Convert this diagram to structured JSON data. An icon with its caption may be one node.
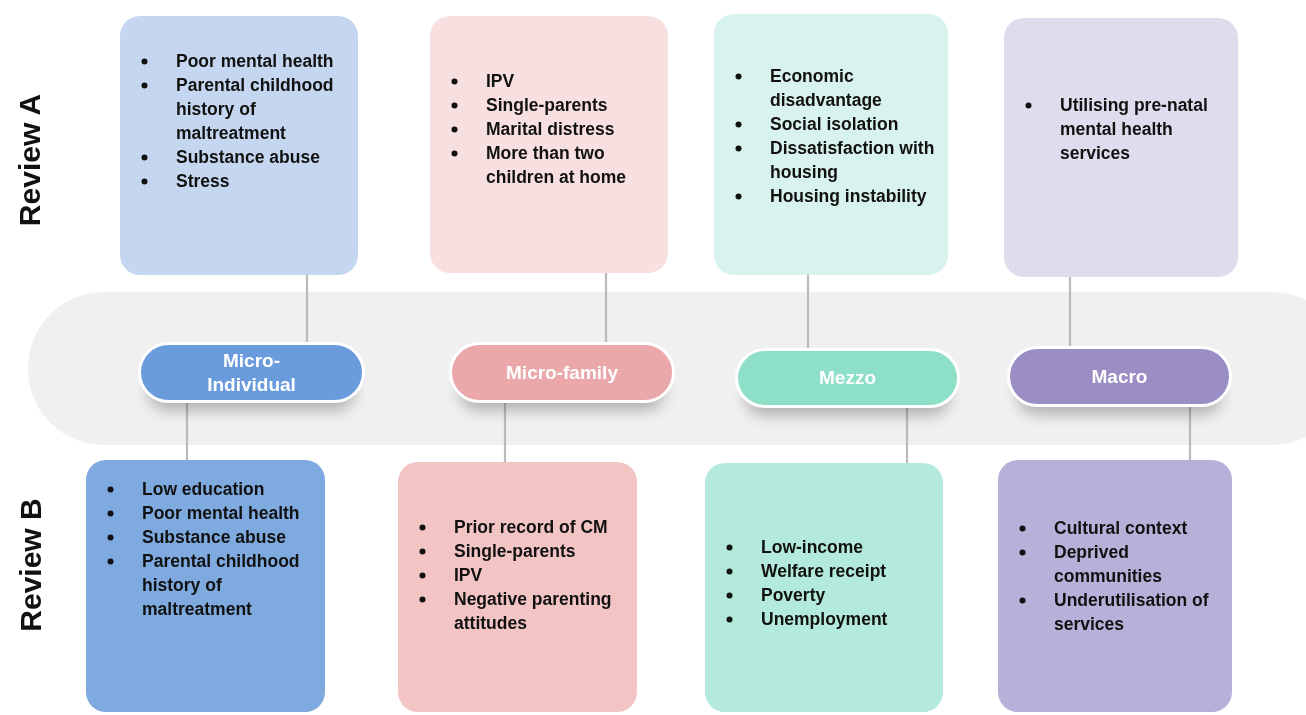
{
  "diagram": {
    "nodes": [
      {
        "text": [
          "Poor mental health",
          "Parental childhood history of maltreatment",
          "Substance abuse",
          "Stress"
        ]
      },
      {
        "text": [
          "IPV",
          "Single-parents",
          "Marital distress",
          "More than two children at home"
        ]
      },
      {
        "text": [
          "Economic disadvantage",
          "Social isolation",
          "Dissatisfaction with housing",
          "Housing instability"
        ]
      },
      {
        "text": [
          "Utilising pre-natal mental health services"
        ]
      },
      {
        "text": [
          "Micro-Individual"
        ]
      },
      {
        "text": [
          "Micro-family"
        ]
      },
      {
        "text": [
          "Mezzo"
        ]
      },
      {
        "text": [
          "Macro"
        ]
      },
      {
        "text": [
          "Low education",
          "Poor mental health",
          "Substance abuse",
          "Parental childhood history of maltreatment"
        ]
      },
      {
        "text": [
          "Prior record of CM",
          "Single-parents",
          "IPV",
          "Negative parenting attitudes"
        ]
      },
      {
        "text": [
          "Low-income",
          "Welfare receipt",
          "Poverty",
          "Unemployment"
        ]
      },
      {
        "text": [
          "Cultural context",
          "Deprived communities",
          "Underutilisation of services"
        ]
      }
    ],
    "edges": [
      {
        "from": 0,
        "to": 4,
        "arrow": "none"
      },
      {
        "from": 1,
        "to": 5,
        "arrow": "none"
      },
      {
        "from": 2,
        "to": 6,
        "arrow": "none"
      },
      {
        "from": 3,
        "to": 7,
        "arrow": "none"
      },
      {
        "from": 4,
        "to": 8,
        "arrow": "none"
      },
      {
        "from": 5,
        "to": 9,
        "arrow": "none"
      },
      {
        "from": 6,
        "to": 10,
        "arrow": "none"
      },
      {
        "from": 7,
        "to": 11,
        "arrow": "none"
      }
    ],
    "labels": [
      "Review A",
      "Review B"
    ]
  }
}
